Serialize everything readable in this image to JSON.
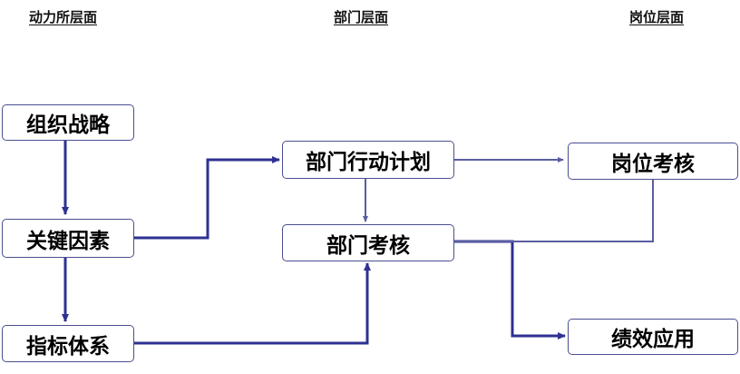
{
  "headers": {
    "org_level": "动力所层面",
    "dept_level": "部门层面",
    "post_level": "岗位层面"
  },
  "nodes": {
    "org_strategy": "组织战略",
    "key_factors": "关键因素",
    "indicator_system": "指标体系",
    "dept_action_plan": "部门行动计划",
    "dept_assessment": "部门考核",
    "post_assessment": "岗位考核",
    "performance_application": "绩效应用"
  },
  "colors": {
    "connector": "#2e3192",
    "box_border": "#4a4f8f"
  }
}
